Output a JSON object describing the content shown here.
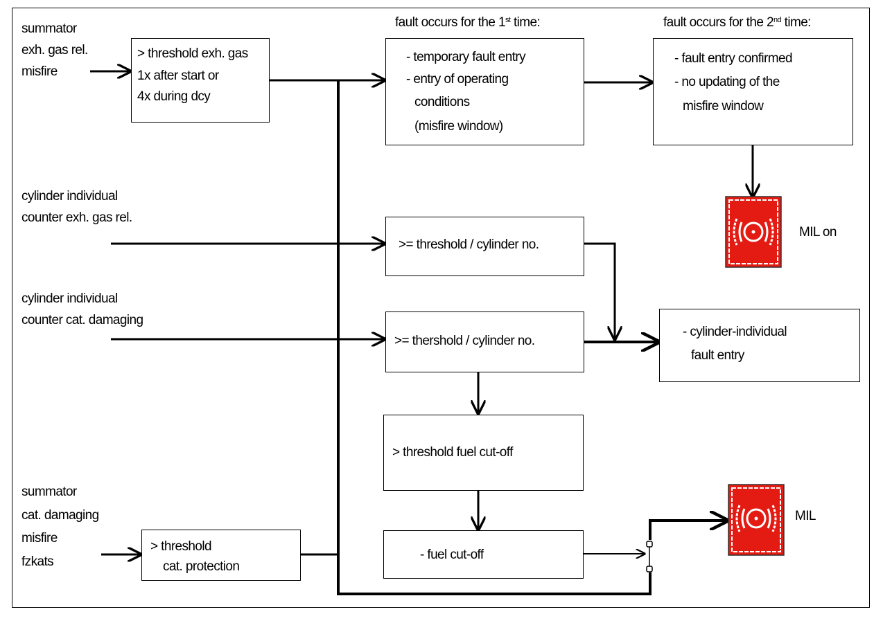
{
  "inputs": {
    "summator_exh": [
      "summator",
      "exh. gas rel.",
      "misfire"
    ],
    "cyl_exh": [
      "cylinder individual",
      "counter exh. gas rel."
    ],
    "cyl_cat": [
      "cylinder individual",
      "counter cat. damaging"
    ],
    "summator_cat": [
      "summator",
      "cat. damaging",
      "misfire",
      "fzkats"
    ]
  },
  "headers": {
    "first": {
      "prefix": "fault occurs for the 1",
      "sup": "st",
      "suffix": " time:"
    },
    "second": {
      "prefix": "fault occurs for the 2",
      "sup": "nd",
      "suffix": " time:"
    }
  },
  "boxes": {
    "threshold_exh": [
      "> threshold exh. gas",
      "1x after start or",
      "4x during dcy"
    ],
    "temporary": [
      "- temporary fault entry",
      "- entry of operating",
      "conditions",
      "(misfire window)"
    ],
    "confirmed": [
      "- fault entry confirmed",
      "- no updating of the",
      "misfire window"
    ],
    "thr_cyl_exh": [
      ">= threshold / cylinder no."
    ],
    "thr_cyl_cat": [
      ">= thershold / cylinder no."
    ],
    "cyl_fault": [
      "- cylinder-individual",
      "fault entry"
    ],
    "thr_fuel": [
      "> threshold fuel cut-off"
    ],
    "fuel_cut": [
      "- fuel cut-off"
    ],
    "thr_cat": [
      "> threshold",
      "cat. protection"
    ]
  },
  "lamps": {
    "mil_on": {
      "label": "MIL on",
      "color": "#e31b13"
    },
    "mil": {
      "label": "MIL",
      "color": "#e31b13"
    }
  }
}
